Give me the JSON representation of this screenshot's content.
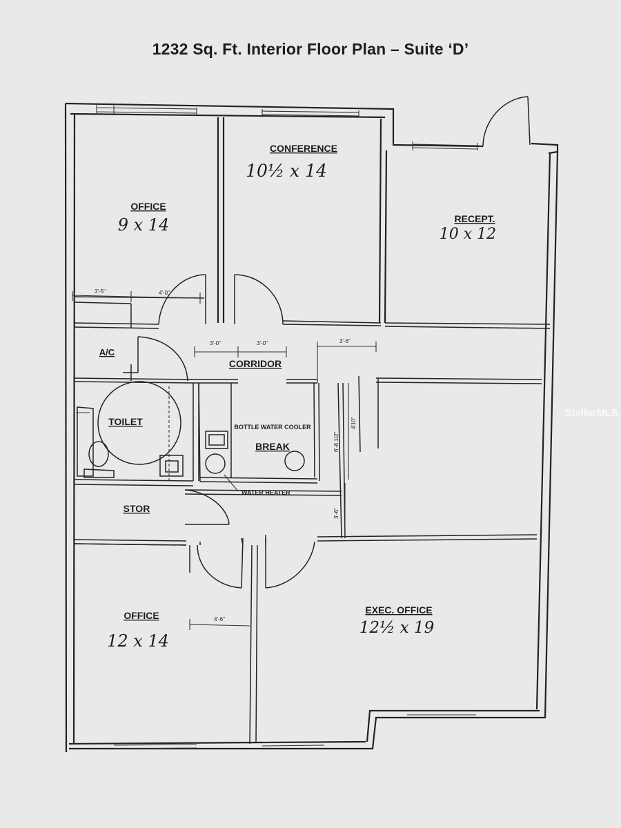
{
  "title": "1232 Sq. Ft. Interior Floor Plan – Suite ‘D’",
  "watermark": "StellarMLS",
  "rooms": {
    "office_nw": {
      "label": "OFFICE",
      "size": "9 x 14"
    },
    "conference": {
      "label": "CONFERENCE",
      "size": "10½ x 14"
    },
    "recept": {
      "label": "RECEPT.",
      "size": "10 x 12"
    },
    "ac": {
      "label": "A/C"
    },
    "corridor": {
      "label": "CORRIDOR"
    },
    "toilet": {
      "label": "TOILET"
    },
    "break": {
      "label": "BREAK",
      "note": "BOTTLE WATER COOLER"
    },
    "water_heater": {
      "label": "WATER HEATER"
    },
    "stor": {
      "label": "STOR"
    },
    "office_sw": {
      "label": "OFFICE",
      "size": "12 x 14"
    },
    "exec_office": {
      "label": "EXEC. OFFICE",
      "size": "12½ x 19"
    }
  },
  "dimensions": {
    "d1": "3'-5\"",
    "d2": "4'-0\"",
    "d3": "3'-0\"",
    "d4": "3'-0\"",
    "d5": "3'-6\"",
    "d6": "6'-8 1/2\"",
    "d7": "4'10\"",
    "d8": "3'-6\"",
    "d9": "4'-6\""
  },
  "colors": {
    "background": "#e9e9e9",
    "ink": "#222222"
  }
}
